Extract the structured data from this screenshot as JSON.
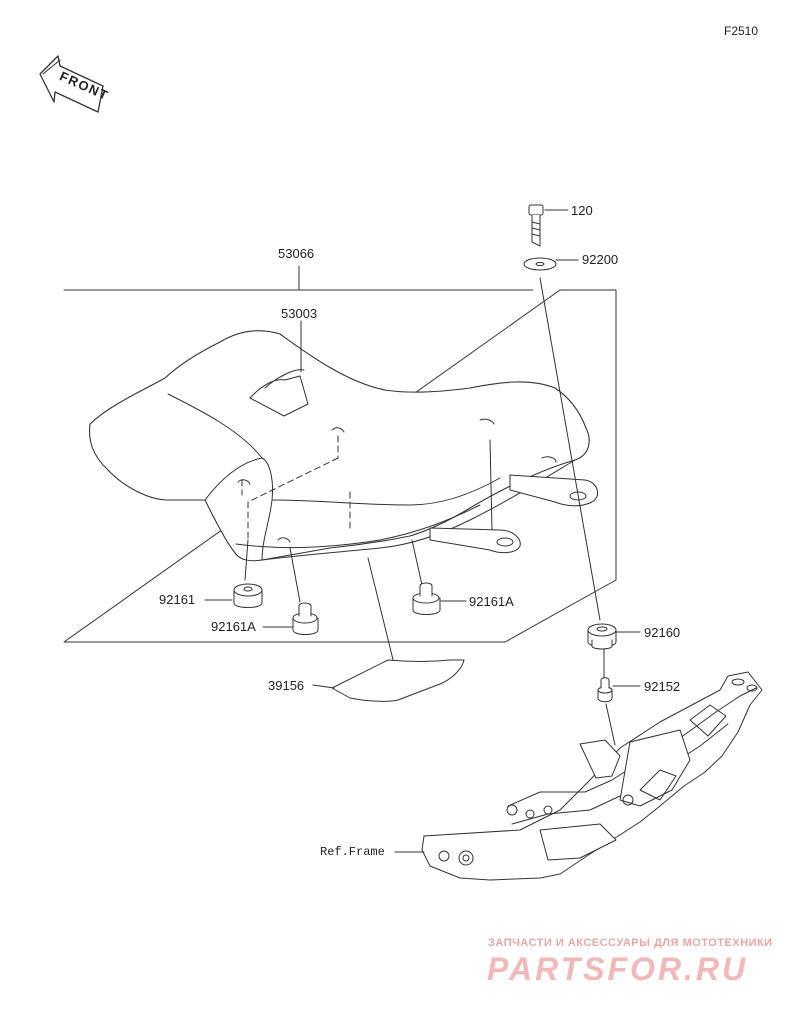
{
  "figure_code": "F2510",
  "front_label": "FRONT",
  "parts": {
    "p53066": "53066",
    "p53003": "53003",
    "p120": "120",
    "p92200": "92200",
    "p92161": "92161",
    "p92161a_left": "92161A",
    "p92161a_right": "92161A",
    "p92160": "92160",
    "p92152": "92152",
    "p39156": "39156",
    "ref_frame": "Ref.Frame"
  },
  "watermark": {
    "tagline": "ЗАПЧАСТИ И АКСЕССУАРЫ ДЛЯ МОТОТЕХНИКИ",
    "logo": "PARTSFOR.RU",
    "color": "#f2b8b8"
  },
  "icons": {
    "front_arrow": "front-arrow-icon"
  }
}
